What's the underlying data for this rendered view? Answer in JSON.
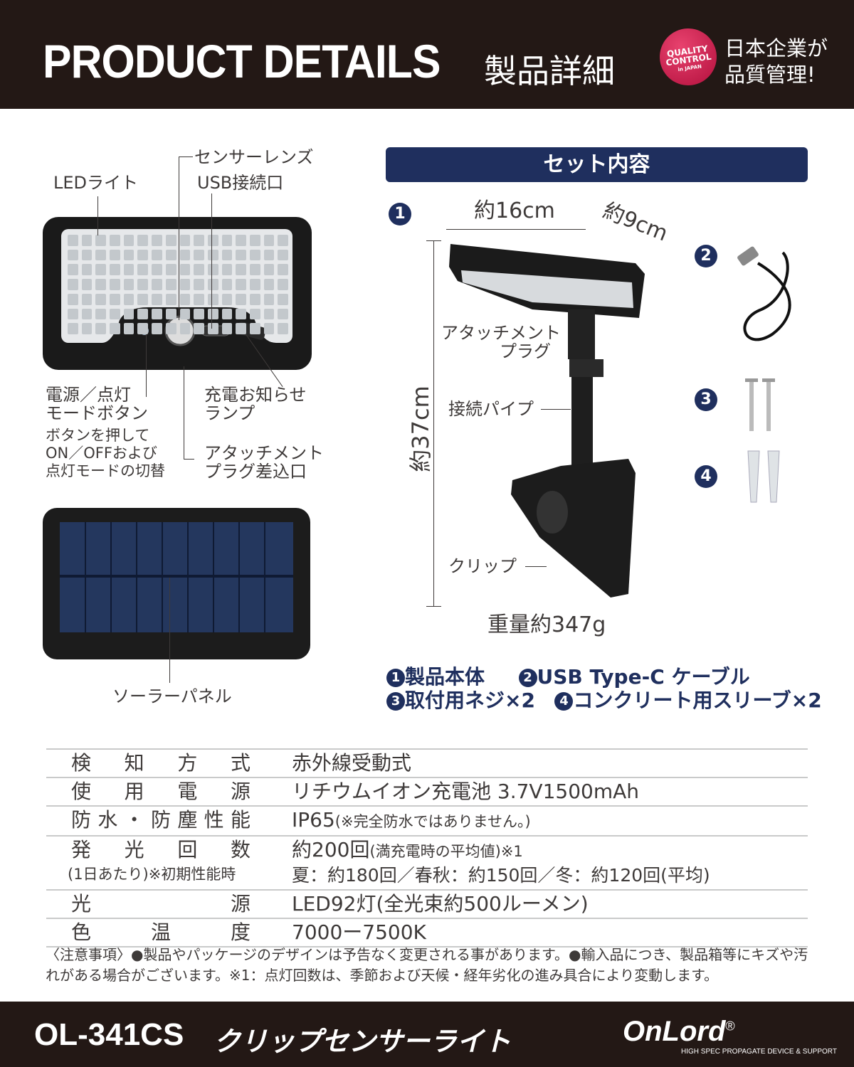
{
  "header": {
    "title": "PRODUCT DETAILS",
    "title_jp": "製品詳細",
    "badge_line1": "QUALITY",
    "badge_line2": "CONTROL",
    "badge_line3": "in JAPAN",
    "badge_text_1": "日本企業が",
    "badge_text_2": "品質管理!"
  },
  "parts": {
    "led": "LEDライト",
    "sensor": "センサーレンズ",
    "usb": "USB接続口",
    "power_1": "電源／点灯",
    "power_2": "モードボタン",
    "power_desc_1": "ボタンを押して",
    "power_desc_2": "ON／OFFおよび",
    "power_desc_3": "点灯モードの切替",
    "charge_1": "充電お知らせ",
    "charge_2": "ランプ",
    "attach_1": "アタッチメント",
    "attach_2": "プラグ差込口",
    "solar": "ソーラーパネル"
  },
  "set": {
    "title": "セット内容",
    "n1": "1",
    "n2": "2",
    "n3": "3",
    "n4": "4",
    "width": "約16cm",
    "depth": "約9cm",
    "height": "約37cm",
    "attach_1": "アタッチメント",
    "attach_2": "プラグ",
    "pipe": "接続パイプ",
    "clip": "クリップ",
    "weight": "重量約347g",
    "legend": [
      {
        "n": "1",
        "label": "製品本体"
      },
      {
        "n": "2",
        "label": "USB Type-C ケーブル"
      },
      {
        "n": "3",
        "label": "取付用ネジ×2"
      },
      {
        "n": "4",
        "label": "コンクリート用スリーブ×2"
      }
    ]
  },
  "spec": [
    {
      "key": [
        "検",
        "知",
        "方",
        "式"
      ],
      "value": "赤外線受動式"
    },
    {
      "key": [
        "使",
        "用",
        "電",
        "源"
      ],
      "value": "リチウムイオン充電池 3.7V1500mAh"
    },
    {
      "key": [
        "防",
        "水",
        "・",
        "防",
        "塵",
        "性",
        "能"
      ],
      "value": "IP65",
      "value_note": "(※完全防水ではありません。)"
    },
    {
      "key": [
        "発",
        "光",
        "回",
        "数"
      ],
      "key_sub": "(1日あたり)※初期性能時",
      "value": "約200回",
      "value_note": "(満充電時の平均値)※1",
      "value_line2": "夏：約180回／春秋：約150回／冬：約120回(平均)"
    },
    {
      "key": [
        "光",
        "源"
      ],
      "value": "LED92灯(全光束約500ルーメン)"
    },
    {
      "key": [
        "色",
        "温",
        "度"
      ],
      "value": "7000ー7500K"
    }
  ],
  "notes": "〈注意事項〉●製品やパッケージのデザインは予告なく変更される事があります。●輸入品につき、製品箱等にキズや汚れがある場合がございます。※1：点灯回数は、季節および天候・経年劣化の進み具合により変動します。",
  "footer": {
    "model": "OL-341CS",
    "name": "クリップセンサーライト",
    "brand": "OnLord",
    "reg": "®",
    "tagline": "HIGH SPEC PROPAGATE DEVICE & SUPPORT"
  }
}
